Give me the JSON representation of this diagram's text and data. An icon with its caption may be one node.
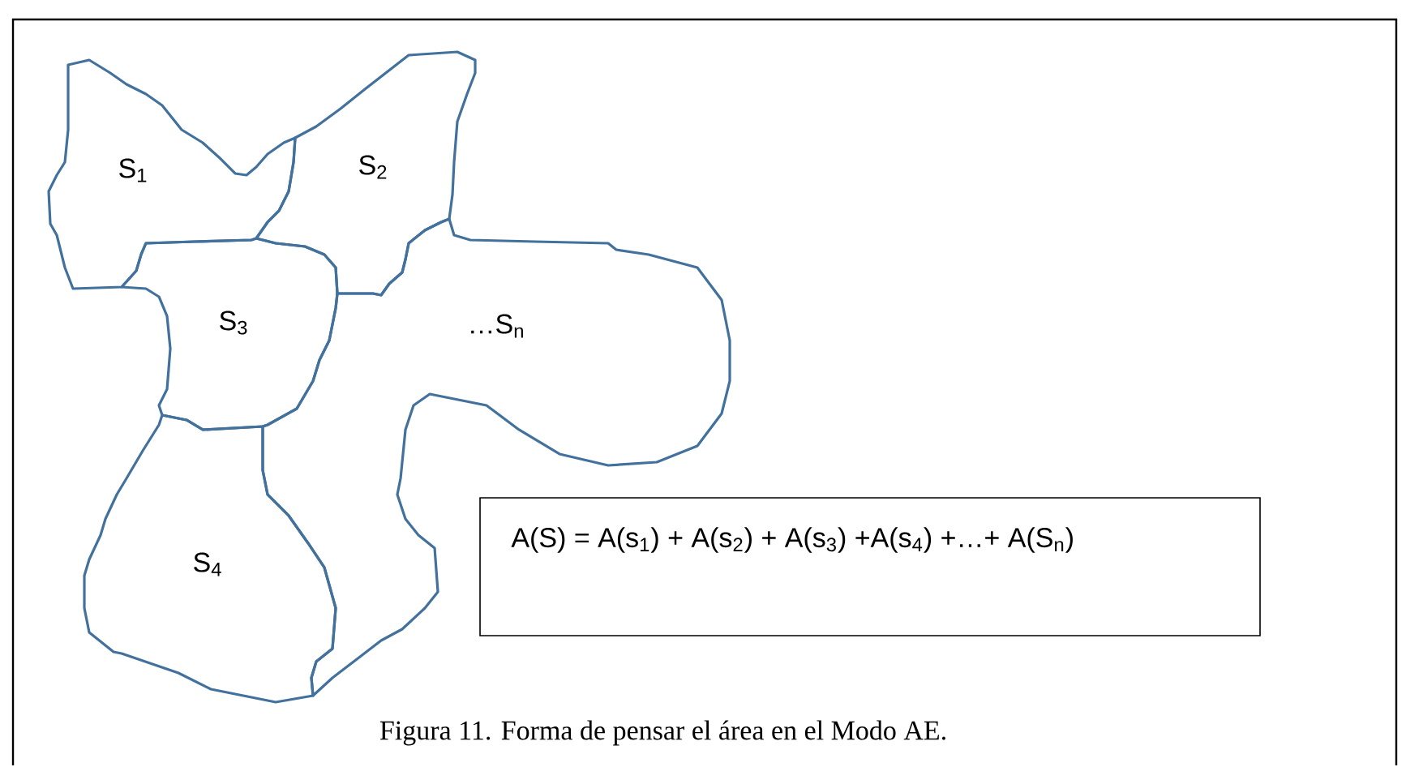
{
  "diagram": {
    "caption": "Figura 11. Forma de pensar el área en el Modo AE.",
    "nodes": [
      {
        "text": [
          "S$_{1}$"
        ]
      },
      {
        "text": [
          "S$_{2}$"
        ]
      },
      {
        "text": [
          "S$_{3}$"
        ]
      },
      {
        "text": [
          "…S$_{n}$"
        ]
      },
      {
        "text": [
          "S$_{4}$"
        ]
      },
      {
        "text": [
          "A(S) = A(s$_{1}$) + A(s$_{2}$) + A(s$_{3}$) +A(s$_{4}$) +…+ A(S$_{n}$)"
        ]
      }
    ]
  }
}
